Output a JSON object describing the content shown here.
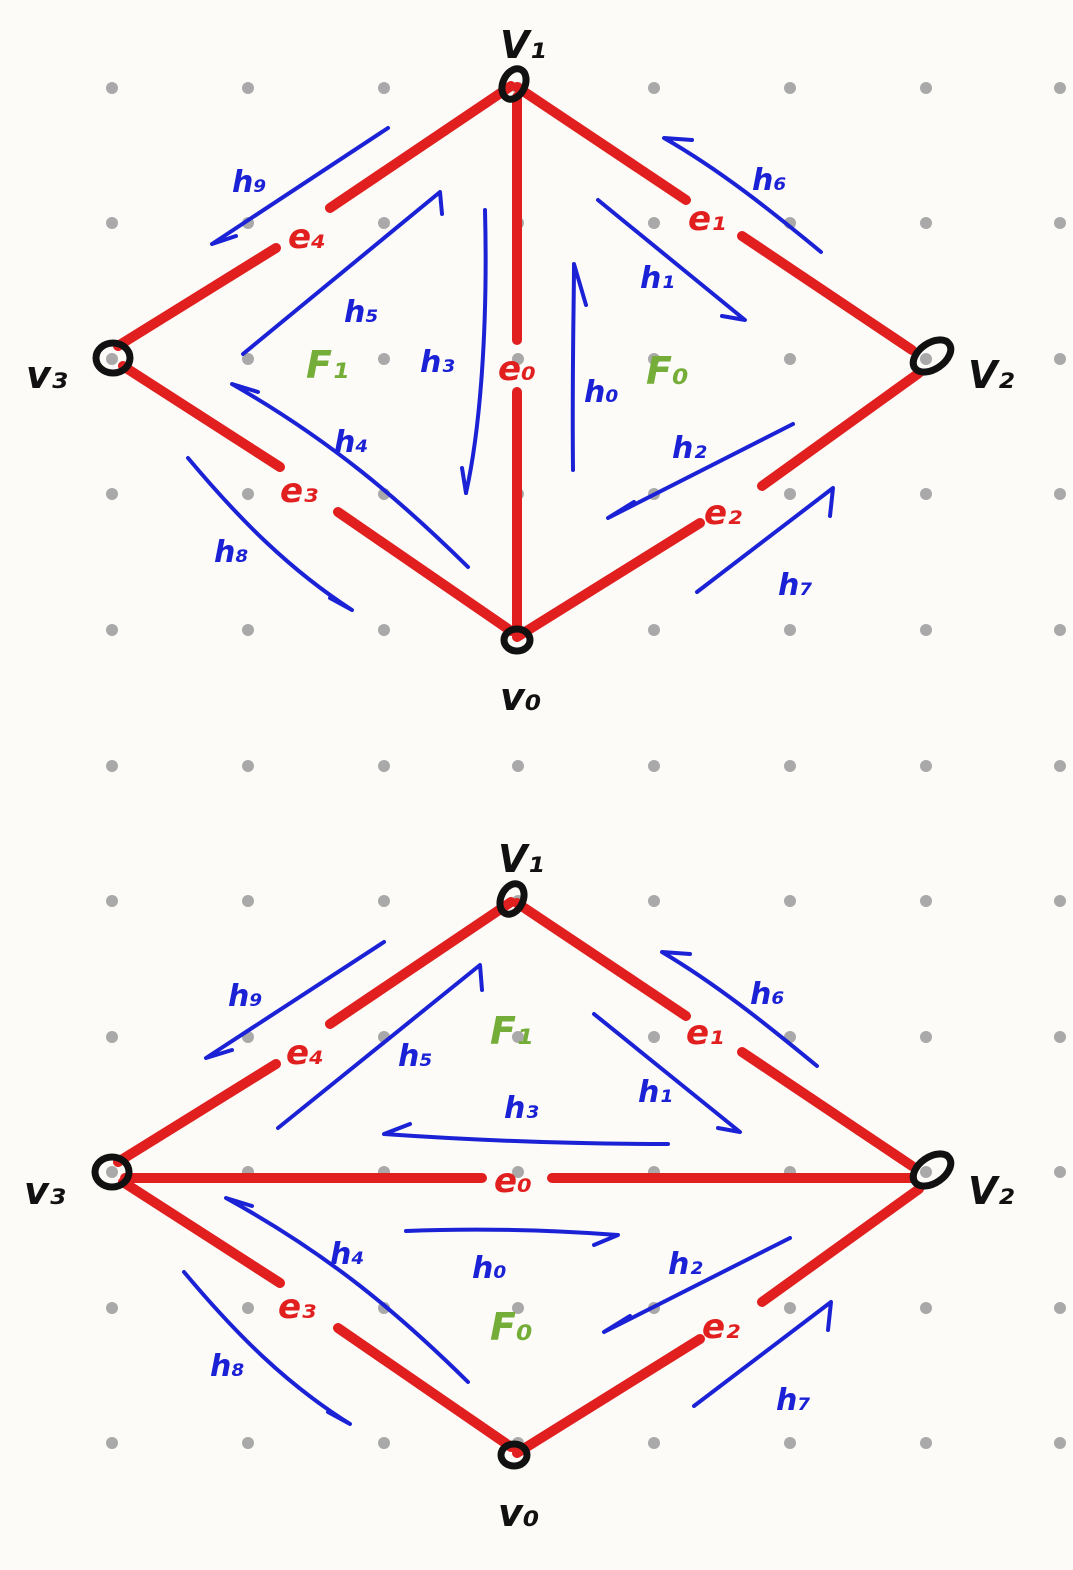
{
  "colors": {
    "edge": "#e11f1f",
    "half_edge": "#1b22d6",
    "face": "#74ad38",
    "vertex": "#111111",
    "grid_dot": "#a9a9a9",
    "background": "#fcfbf8"
  },
  "diagrams": [
    {
      "vertices": {
        "v0": "v₀",
        "v1": "V₁",
        "v2": "V₂",
        "v3": "v₃"
      },
      "edges": {
        "e0": "e₀",
        "e1": "e₁",
        "e2": "e₂",
        "e3": "e₃",
        "e4": "e₄"
      },
      "half_edges": {
        "h0": "h₀",
        "h1": "h₁",
        "h2": "h₂",
        "h3": "h₃",
        "h4": "h₄",
        "h5": "h₅",
        "h6": "h₆",
        "h7": "h₇",
        "h8": "h₈",
        "h9": "h₉"
      },
      "faces": {
        "f0": "F₀",
        "f1": "F₁"
      }
    },
    {
      "vertices": {
        "v0": "v₀",
        "v1": "V₁",
        "v2": "V₂",
        "v3": "v₃"
      },
      "edges": {
        "e0": "e₀",
        "e1": "e₁",
        "e2": "e₂",
        "e3": "e₃",
        "e4": "e₄"
      },
      "half_edges": {
        "h0": "h₀",
        "h1": "h₁",
        "h2": "h₂",
        "h3": "h₃",
        "h4": "h₄",
        "h5": "h₅",
        "h6": "h₆",
        "h7": "h₇",
        "h8": "h₈",
        "h9": "h₉"
      },
      "faces": {
        "f0": "F₀",
        "f1": "F₁"
      }
    }
  ]
}
